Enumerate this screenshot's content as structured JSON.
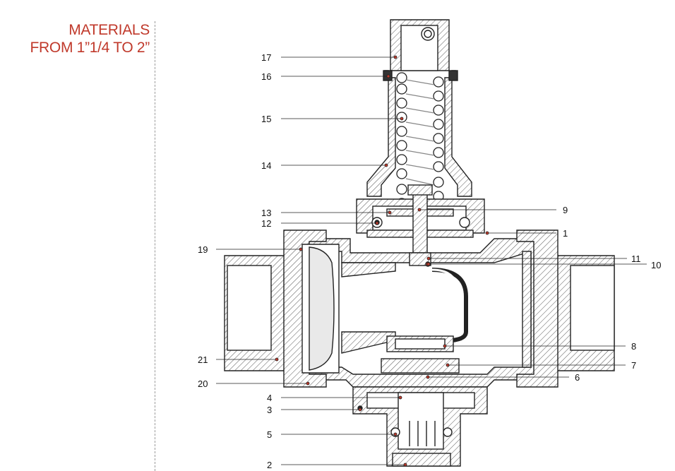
{
  "title": {
    "line1": "MATERIALS",
    "line2": "FROM 1”1/4 TO 2”"
  },
  "accent_color": "#c0392b",
  "callouts_left": [
    {
      "num": "17"
    },
    {
      "num": "16"
    },
    {
      "num": "15"
    },
    {
      "num": "14"
    },
    {
      "num": "13"
    },
    {
      "num": "12"
    },
    {
      "num": "19"
    },
    {
      "num": "21"
    },
    {
      "num": "20"
    },
    {
      "num": "4"
    },
    {
      "num": "3"
    },
    {
      "num": "5"
    },
    {
      "num": "2"
    }
  ],
  "callouts_right": [
    {
      "num": "9"
    },
    {
      "num": "1"
    },
    {
      "num": "11"
    },
    {
      "num": "10"
    },
    {
      "num": "8"
    },
    {
      "num": "7"
    },
    {
      "num": "6"
    }
  ]
}
